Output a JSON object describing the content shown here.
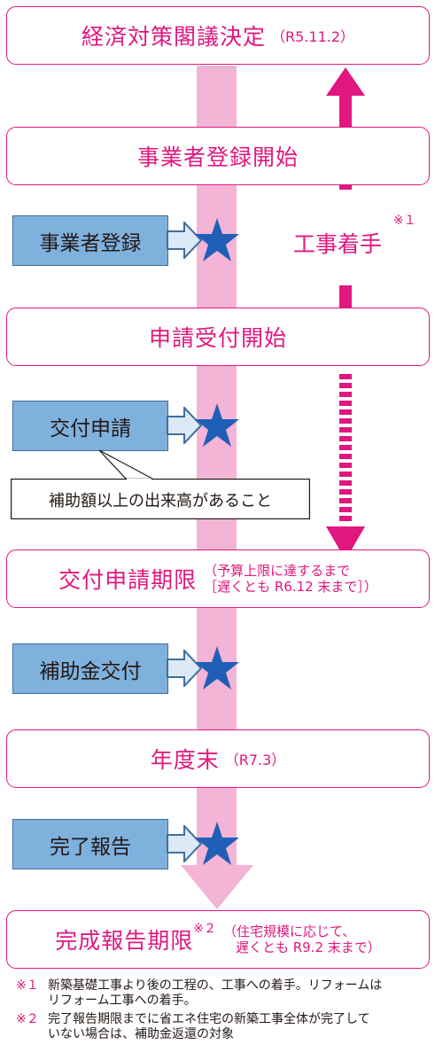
{
  "colors": {
    "magenta": "#e0177f",
    "pink": "#f4b4d6",
    "step_blue": "#7fb1dd",
    "star_blue": "#1f5fb8"
  },
  "stages": {
    "cabinet": {
      "label": "経済対策閣議決定",
      "sub": "（R5.11.2）"
    },
    "registration_start": {
      "label": "事業者登録開始"
    },
    "application_start": {
      "label": "申請受付開始"
    },
    "deadline": {
      "label": "交付申請期限",
      "note1": "（予算上限に達するまで",
      "note2": "［遅くとも R6.12 末まで］）"
    },
    "fiscal_end": {
      "label": "年度末",
      "sub": "（R7.3）"
    },
    "report_deadline": {
      "label": "完成報告期限",
      "mark": "※２",
      "note1": "（住宅規模に応じて、",
      "note2": "遅くとも R9.2 末まで）"
    }
  },
  "steps": {
    "registration": "事業者登録",
    "application": "交付申請",
    "grant": "補助金交付",
    "report": "完了報告"
  },
  "callout": "補助額以上の出来高があること",
  "construction": {
    "label": "工事着手",
    "mark": "※１"
  },
  "footnotes": [
    {
      "mark": "※１",
      "line1": "新築基礎工事より後の工程の、工事への着手。リフォームは",
      "line2": "リフォーム工事への着手。"
    },
    {
      "mark": "※２",
      "line1": "完了報告期限までに省エネ住宅の新築工事全体が完了して",
      "line2": "いない場合は、補助金返還の対象"
    }
  ],
  "icons": {
    "star": "star-icon",
    "arrow": "chevron-arrow-icon"
  }
}
